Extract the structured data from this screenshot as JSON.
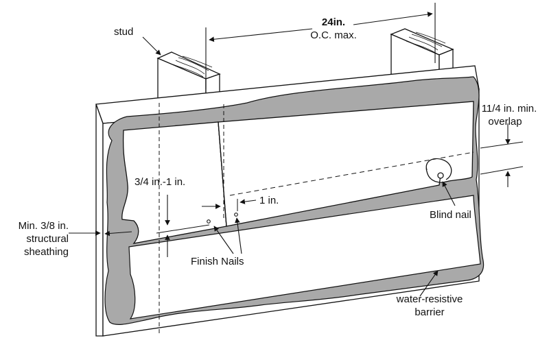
{
  "labels": {
    "stud": "stud",
    "spacing_value": "24in.",
    "spacing_note": "O.C. max.",
    "overlap_line1": "11/4 in. min.",
    "overlap_line2": "overlap",
    "nail_range": "3/4 in.-1 in.",
    "edge_distance": "1 in.",
    "blind_nail": "Blind nail",
    "sheathing_line1": "Min. 3/8 in.",
    "sheathing_line2": "structural",
    "sheathing_line3": "sheathing",
    "finish_nails": "Finish Nails",
    "barrier_line1": "water-resistive",
    "barrier_line2": "barrier"
  },
  "colors": {
    "line": "#111111",
    "barrier": "#a9a9a9",
    "panel": "#ffffff"
  }
}
